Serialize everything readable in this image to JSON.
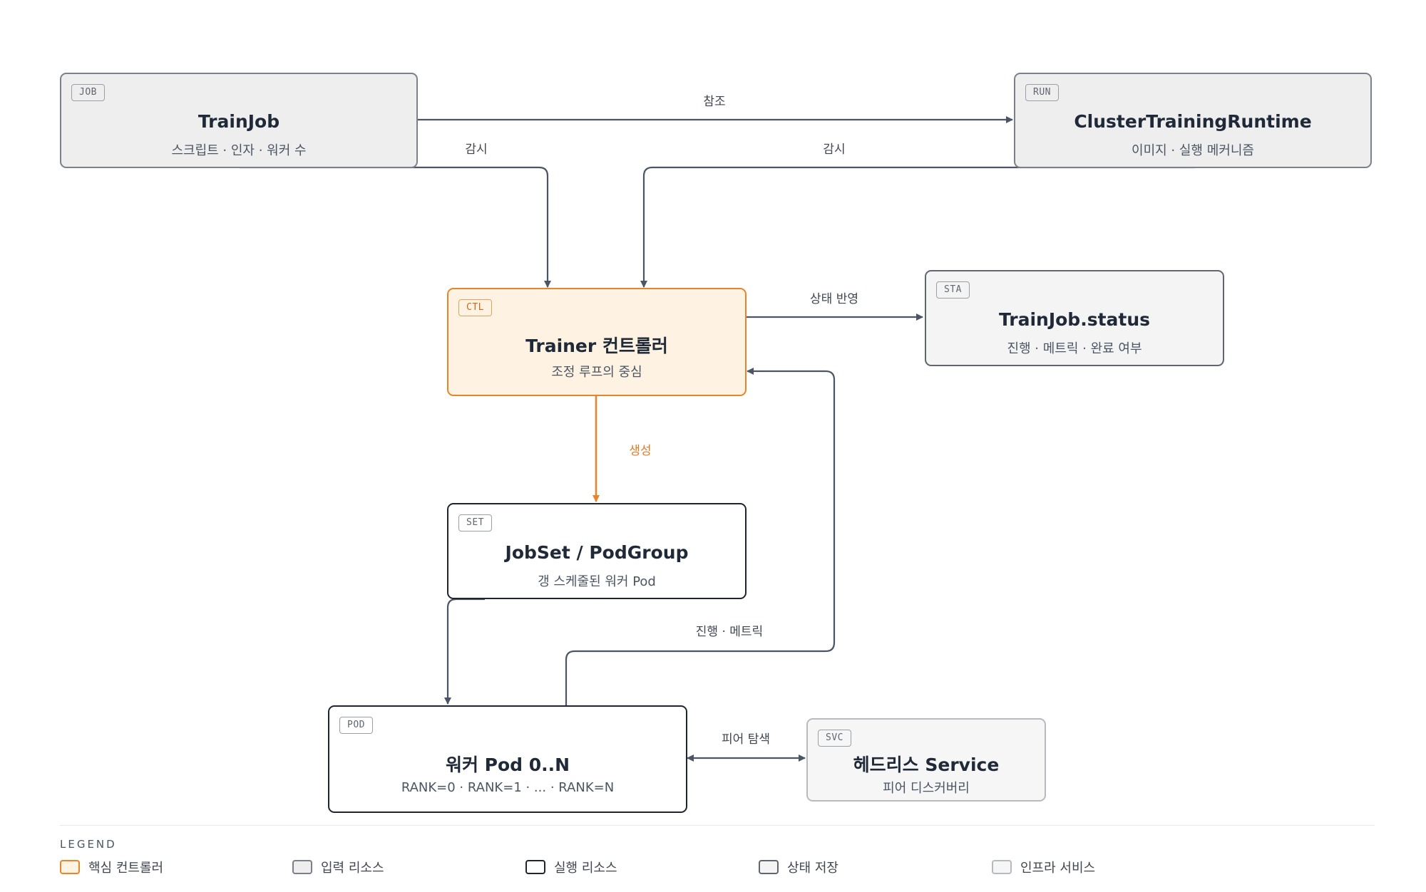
{
  "nodes": {
    "trainjob": {
      "tag": "JOB",
      "title": "TrainJob",
      "subtitle": "스크립트 · 인자 · 워커 수"
    },
    "runtime": {
      "tag": "RUN",
      "title": "ClusterTrainingRuntime",
      "subtitle": "이미지 · 실행 메커니즘"
    },
    "controller": {
      "tag": "CTL",
      "title": "Trainer 컨트롤러",
      "subtitle": "조정 루프의 중심"
    },
    "status": {
      "tag": "STA",
      "title": "TrainJob.status",
      "subtitle": "진행 · 메트릭 · 완료 여부"
    },
    "jobset": {
      "tag": "SET",
      "title": "JobSet / PodGroup",
      "subtitle": "갱 스케줄된 워커 Pod"
    },
    "pods": {
      "tag": "POD",
      "title": "워커 Pod 0..N",
      "subtitle": "RANK=0 · RANK=1 · ... · RANK=N"
    },
    "service": {
      "tag": "SVC",
      "title": "헤드리스 Service",
      "subtitle": "피어 디스커버리"
    }
  },
  "edges": {
    "reference": "참조",
    "watch_left": "감시",
    "watch_right": "감시",
    "reflect_status": "상태  반영",
    "create": "생성",
    "progress_metrics": "진행 · 메트릭",
    "peer_discovery": "피어  탐색"
  },
  "legend": {
    "title": "LEGEND",
    "items": [
      {
        "label": "핵심 컨트롤러"
      },
      {
        "label": "입력 리소스"
      },
      {
        "label": "실행 리소스"
      },
      {
        "label": "상태 저장"
      },
      {
        "label": "인프라 서비스"
      }
    ]
  },
  "colors": {
    "accent": "#e8852a",
    "edge": "#4b5563",
    "input_fill": "#eeeeef",
    "controller_fill": "#fef3e2",
    "runtime_border": "#1f2530",
    "infra_border": "#b7bbc1"
  }
}
